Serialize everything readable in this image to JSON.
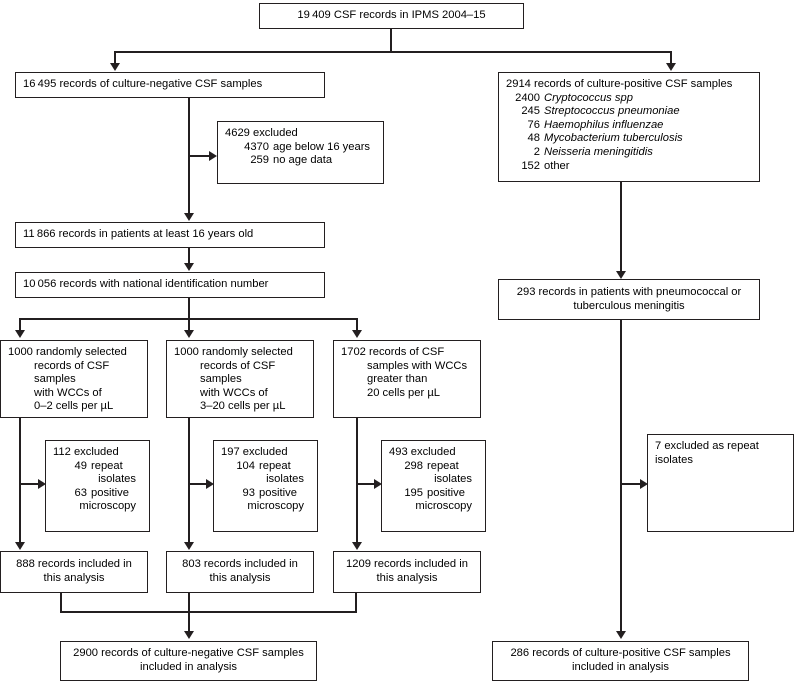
{
  "figure": {
    "type": "flow-diagram",
    "title": "Study profile flowchart of CSF records"
  },
  "nodes": {
    "total_records": {
      "text": "19 409 CSF records in IPMS 2004–15"
    },
    "culture_negative": {
      "text": "16 495 records of culture-negative CSF samples"
    },
    "culture_positive": {
      "heading": "2914 records of culture-positive CSF samples",
      "breakdown": [
        {
          "count": "2400",
          "organism": "Cryptococcus spp",
          "italic": true
        },
        {
          "count": "245",
          "organism": "Streptococcus pneumoniae",
          "italic": true
        },
        {
          "count": "76",
          "organism": "Haemophilus influenzae",
          "italic": true
        },
        {
          "count": "48",
          "organism": "Mycobacterium tuberculosis",
          "italic": true
        },
        {
          "count": "2",
          "organism": "Neisseria meningitidis",
          "italic": true
        },
        {
          "count": "152",
          "organism": "other",
          "italic": false
        }
      ]
    },
    "excluded_age": {
      "heading": "4629 excluded",
      "items": [
        {
          "count": "4370",
          "text": "age below 16 years"
        },
        {
          "count": "259",
          "text": "no age data"
        }
      ]
    },
    "at_least_16": {
      "text": "11 866 records in patients at least 16 years old"
    },
    "national_id": {
      "text": "10 056 records with national identification number"
    },
    "wcc_low": {
      "line1": "1000 randomly selected",
      "line2": "records of CSF samples",
      "line3": "with WCCs of",
      "line4": "0–2 cells per µL"
    },
    "wcc_mid": {
      "line1": "1000 randomly selected",
      "line2": "records of CSF samples",
      "line3": "with WCCs of",
      "line4": "3–20 cells per µL"
    },
    "wcc_high": {
      "line1": "1702 records of CSF",
      "line2": "samples with WCCs",
      "line3": "greater than",
      "line4": "20 cells per µL"
    },
    "excluded_low": {
      "heading": "112 excluded",
      "items": [
        {
          "count": "49",
          "text": "repeat",
          "wrap": "isolates"
        },
        {
          "count": "63",
          "text": "positive",
          "wrap": "microscopy"
        }
      ]
    },
    "excluded_mid": {
      "heading": "197 excluded",
      "items": [
        {
          "count": "104",
          "text": "repeat",
          "wrap": "isolates"
        },
        {
          "count": "93",
          "text": "positive",
          "wrap": "microscopy"
        }
      ]
    },
    "excluded_high": {
      "heading": "493 excluded",
      "items": [
        {
          "count": "298",
          "text": "repeat",
          "wrap": "isolates"
        },
        {
          "count": "195",
          "text": "positive",
          "wrap": "microscopy"
        }
      ]
    },
    "included_low": {
      "line1": "888 records included in",
      "line2": "this analysis"
    },
    "included_mid": {
      "line1": "803 records included in",
      "line2": "this analysis"
    },
    "included_high": {
      "line1": "1209 records included in",
      "line2": "this analysis"
    },
    "meningitis_records": {
      "line1": "293 records in patients with pneumococcal or",
      "line2": "tuberculous meningitis"
    },
    "excluded_repeat_isolates": {
      "text": "7 excluded as repeat isolates"
    },
    "final_negative": {
      "line1": "2900 records of culture-negative CSF samples",
      "line2": "included in analysis"
    },
    "final_positive": {
      "line1": "286 records of culture-positive CSF samples",
      "line2": "included in analysis"
    }
  },
  "colors": {
    "stroke": "#231f20",
    "background": "#ffffff",
    "text": "#000000"
  }
}
